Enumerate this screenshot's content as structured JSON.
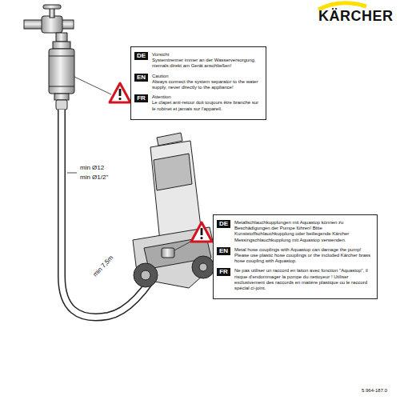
{
  "diagram": {
    "nodes": [
      {
        "text": [
          "DE",
          "Vorsicht",
          "Systemtrenner immer an der Wasserversorgung, niemals direkt am Gerät anschließen!",
          "EN",
          "Caution",
          "Always connect the system separator to the water supply, never directly to the appliance!",
          "FR",
          "Attention",
          "Le clapet anti-retour doit toujours être branché sur le robinet et jamais sur l'appareil."
        ]
      },
      {
        "text": [
          "DE",
          "Metallschlauchkupplungen mit Aquastop können zu Beschädigungen der Pumpe führen! Bitte Kunststoffschlauchkupplung oder beiliegende Kärcher Messingschlauchkupplung mit Aquastop verwenden.",
          "EN",
          "Metal hose couplings with Aquastop can damage the pump! Please use plastic hose couplings or the included Kärcher brass hose coupling with Aquastop.",
          "FR",
          "Ne pas utiliser un raccord en laiton avec fonction \"Aquastop\", il risque d'endommager la pompe du nettoyeur ! Utiliser exclusivement des raccords en matière plastique ou le raccord spécial ci-joint."
        ]
      }
    ],
    "labels": [
      "KÄRCHER",
      "min Ø12",
      "min Ø1/2\"",
      "min 7,5m",
      "5.964-187.0"
    ]
  }
}
